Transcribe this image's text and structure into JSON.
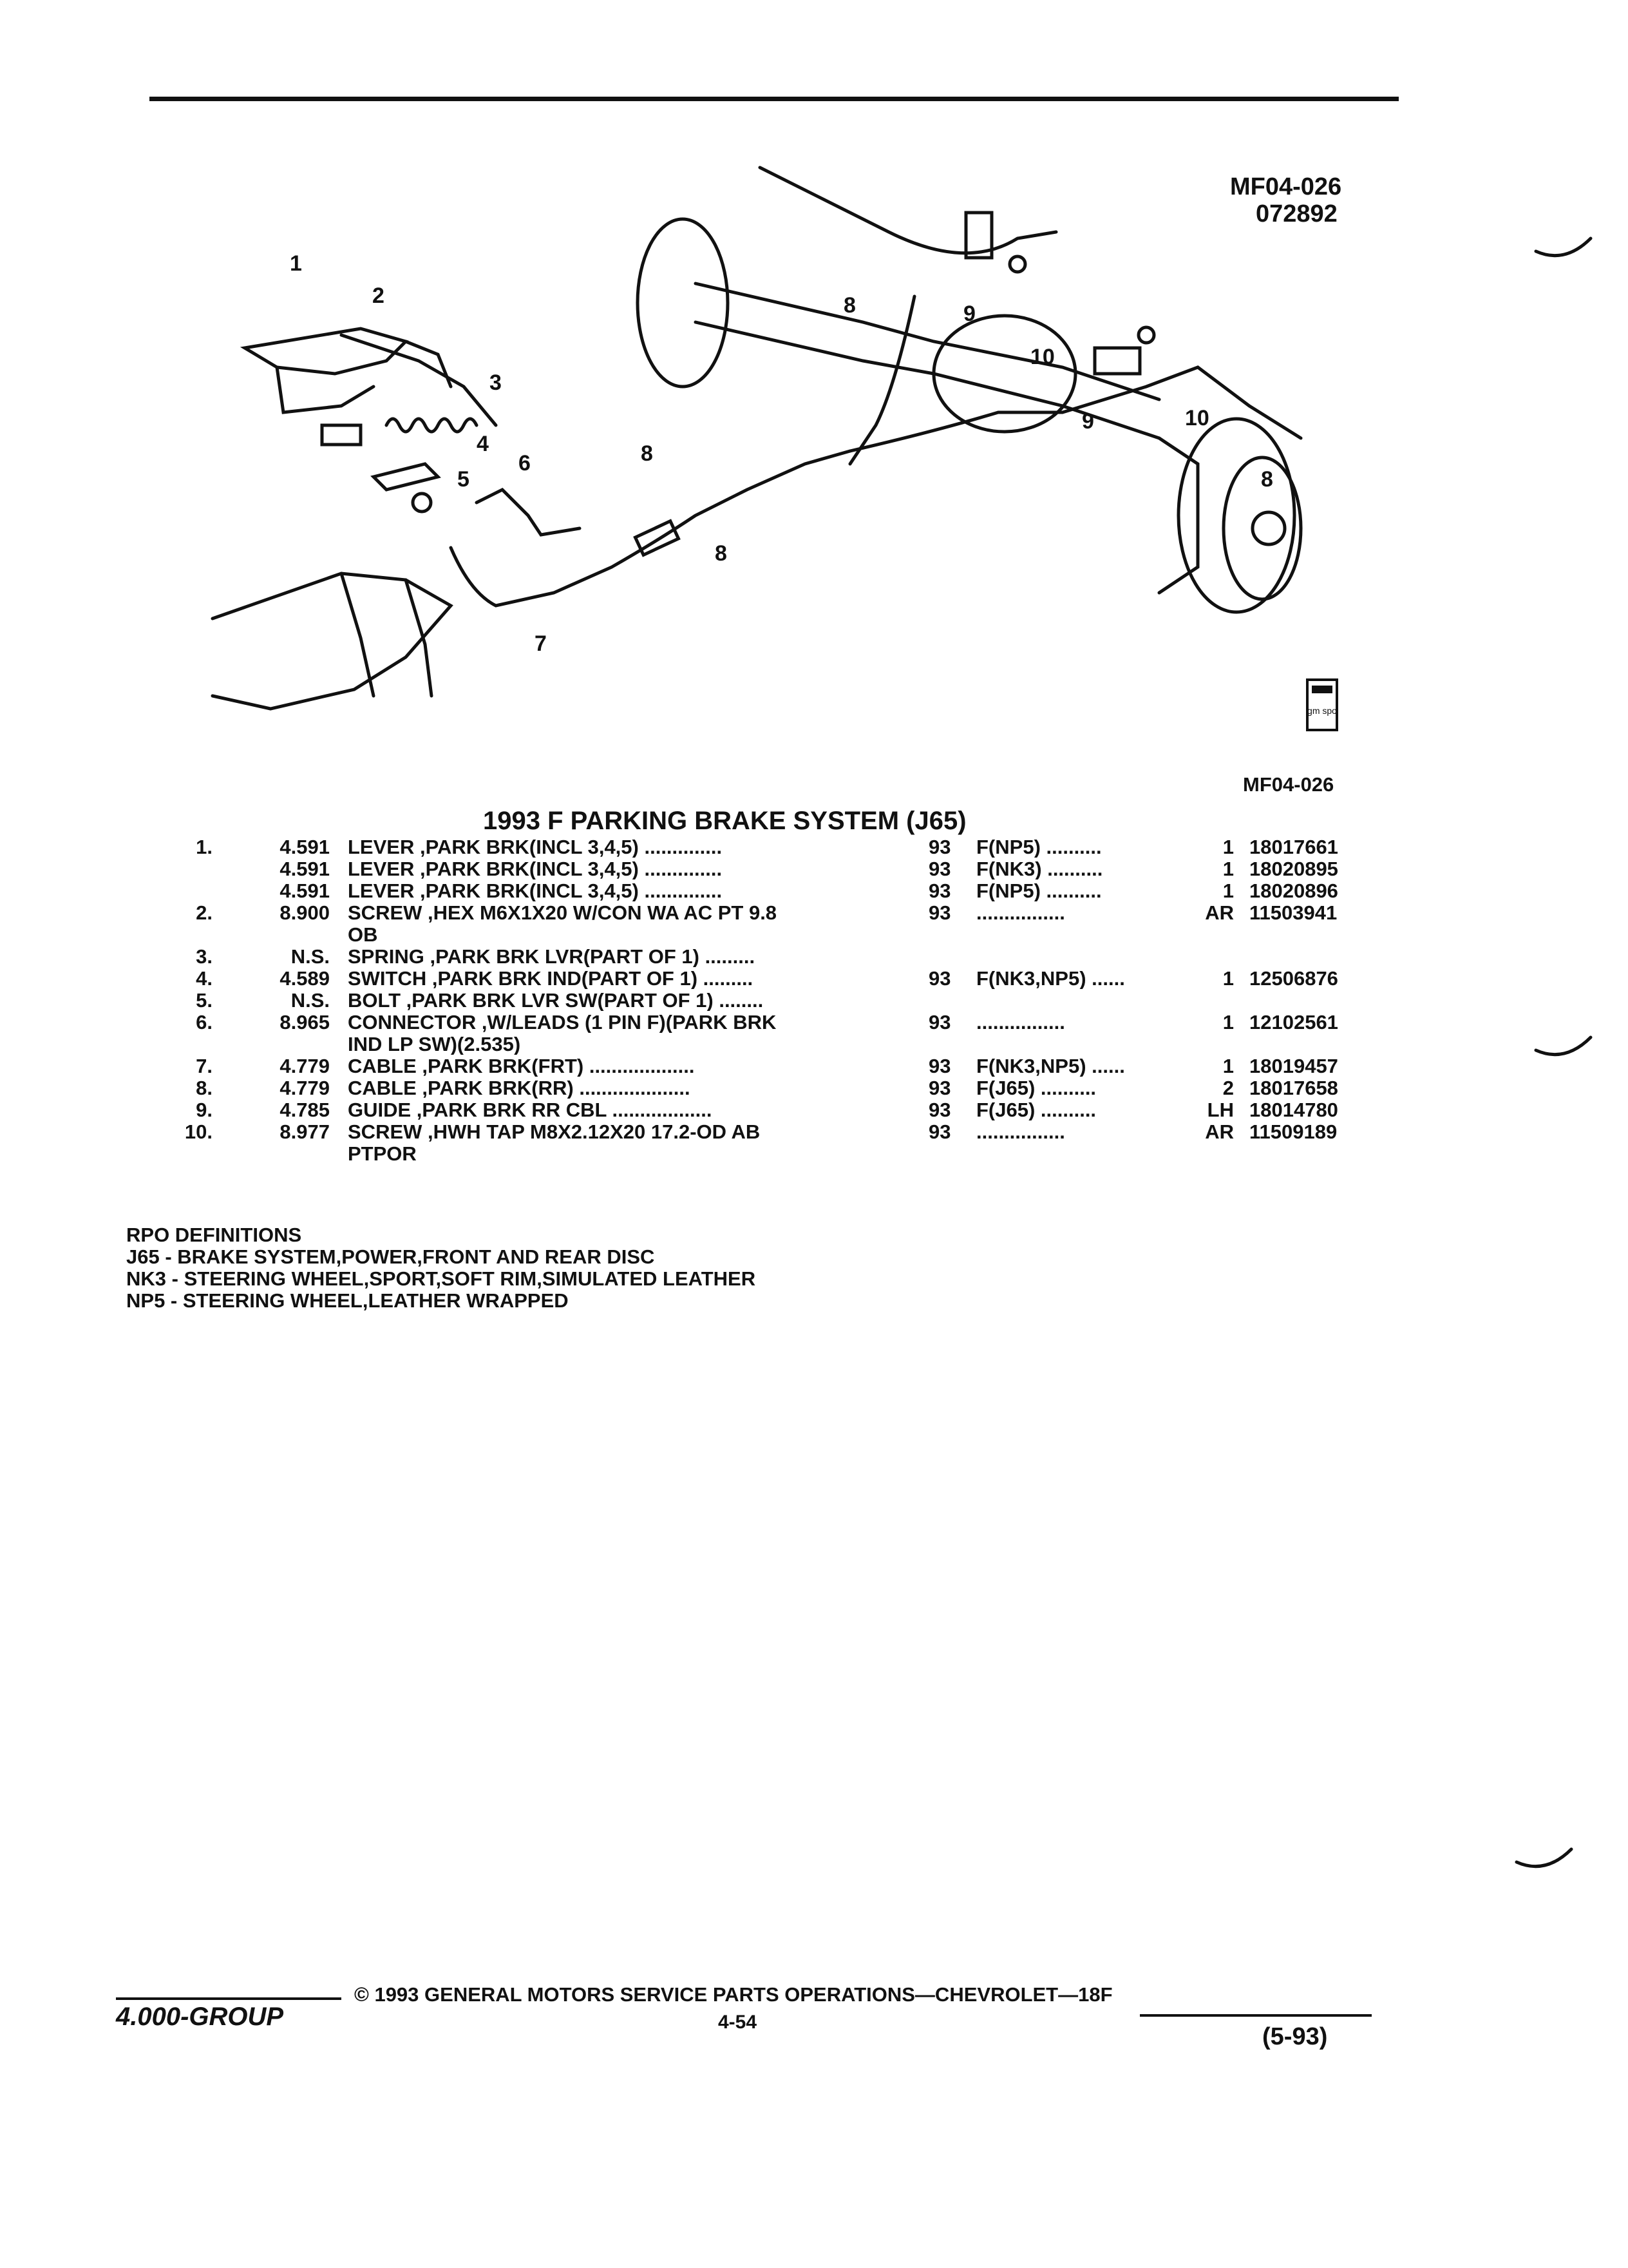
{
  "figure": {
    "code_top": "MF04-026",
    "date_code": "072892",
    "code_bottom": "MF04-026",
    "callouts": [
      "1",
      "2",
      "3",
      "4",
      "5",
      "6",
      "7",
      "8",
      "8",
      "8",
      "8",
      "9",
      "9",
      "10",
      "10"
    ],
    "logo_text": "gm spo"
  },
  "title": "1993 F PARKING BRAKE SYSTEM (J65)",
  "parts": [
    {
      "num": "1.",
      "code": "4.591",
      "desc": "LEVER ,PARK BRK(INCL 3,4,5) ..............",
      "yr": "93",
      "rpo": "F(NP5) ..........",
      "qty": "1",
      "pn": "18017661"
    },
    {
      "num": "",
      "code": "4.591",
      "desc": "LEVER ,PARK BRK(INCL 3,4,5) ..............",
      "yr": "93",
      "rpo": "F(NK3) ..........",
      "qty": "1",
      "pn": "18020895"
    },
    {
      "num": "",
      "code": "4.591",
      "desc": "LEVER ,PARK BRK(INCL 3,4,5) ..............",
      "yr": "93",
      "rpo": "F(NP5) ..........",
      "qty": "1",
      "pn": "18020896"
    },
    {
      "num": "2.",
      "code": "8.900",
      "desc": "SCREW ,HEX M6X1X20 W/CON WA AC PT 9.8",
      "yr": "93",
      "rpo": "................",
      "qty": "AR",
      "pn": "11503941"
    },
    {
      "num": "",
      "code": "",
      "desc": "OB",
      "yr": "",
      "rpo": "",
      "qty": "",
      "pn": ""
    },
    {
      "num": "3.",
      "code": "N.S.",
      "desc": "SPRING ,PARK BRK LVR(PART OF 1) .........",
      "yr": "",
      "rpo": "",
      "qty": "",
      "pn": ""
    },
    {
      "num": "4.",
      "code": "4.589",
      "desc": "SWITCH ,PARK BRK IND(PART OF 1) .........",
      "yr": "93",
      "rpo": "F(NK3,NP5) ......",
      "qty": "1",
      "pn": "12506876"
    },
    {
      "num": "5.",
      "code": "N.S.",
      "desc": "BOLT ,PARK BRK LVR SW(PART OF 1) ........",
      "yr": "",
      "rpo": "",
      "qty": "",
      "pn": ""
    },
    {
      "num": "6.",
      "code": "8.965",
      "desc": "CONNECTOR ,W/LEADS (1 PIN F)(PARK BRK",
      "yr": "93",
      "rpo": "................",
      "qty": "1",
      "pn": "12102561"
    },
    {
      "num": "",
      "code": "",
      "desc": "IND LP SW)(2.535)",
      "yr": "",
      "rpo": "",
      "qty": "",
      "pn": ""
    },
    {
      "num": "7.",
      "code": "4.779",
      "desc": "CABLE ,PARK BRK(FRT) ...................",
      "yr": "93",
      "rpo": "F(NK3,NP5) ......",
      "qty": "1",
      "pn": "18019457"
    },
    {
      "num": "8.",
      "code": "4.779",
      "desc": "CABLE ,PARK BRK(RR) ....................",
      "yr": "93",
      "rpo": "F(J65) ..........",
      "qty": "2",
      "pn": "18017658"
    },
    {
      "num": "9.",
      "code": "4.785",
      "desc": "GUIDE ,PARK BRK RR CBL ..................",
      "yr": "93",
      "rpo": "F(J65) ..........",
      "qty": "LH",
      "pn": "18014780"
    },
    {
      "num": "10.",
      "code": "8.977",
      "desc": "SCREW ,HWH TAP M8X2.12X20 17.2-OD AB",
      "yr": "93",
      "rpo": "................",
      "qty": "AR",
      "pn": "11509189"
    },
    {
      "num": "",
      "code": "",
      "desc": "PTPOR",
      "yr": "",
      "rpo": "",
      "qty": "",
      "pn": ""
    }
  ],
  "rpo_defs": {
    "heading": "RPO DEFINITIONS",
    "items": [
      "J65 - BRAKE SYSTEM,POWER,FRONT AND REAR DISC",
      "NK3 - STEERING WHEEL,SPORT,SOFT RIM,SIMULATED LEATHER",
      "NP5 - STEERING WHEEL,LEATHER WRAPPED"
    ]
  },
  "footer": {
    "group": "4.000-GROUP",
    "copyright": "© 1993 GENERAL MOTORS SERVICE PARTS OPERATIONS—CHEVROLET—18F",
    "page": "4-54",
    "edition": "(5-93)"
  }
}
